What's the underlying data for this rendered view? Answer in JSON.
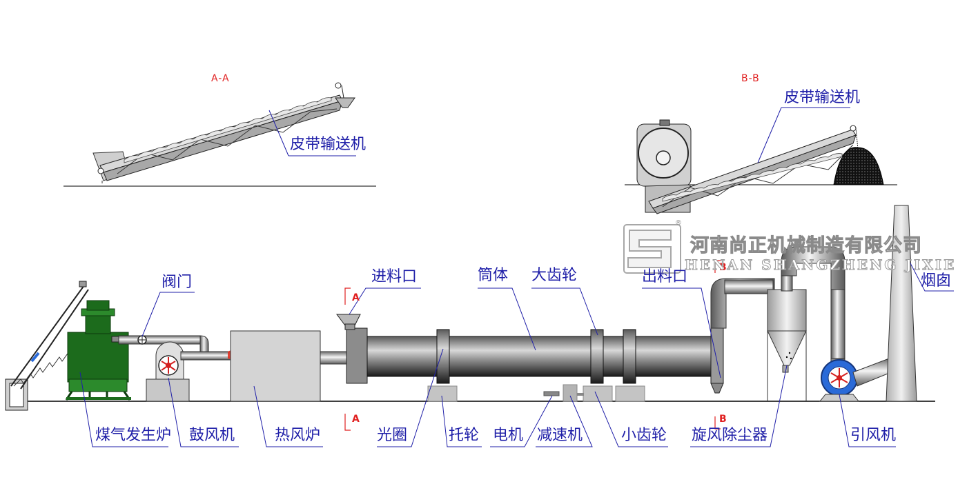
{
  "section_views": {
    "aa": {
      "title": "A-A",
      "conveyor_label": "皮带输送机"
    },
    "bb": {
      "title": "B-B",
      "conveyor_label": "皮带输送机"
    }
  },
  "section_marks": {
    "a_top": "A",
    "a_bottom": "A",
    "b_top": "B",
    "b_bottom": "B"
  },
  "watermark": {
    "company_cn": "河南尚正机械制造有限公司",
    "company_en": "HENAN SHANGZHENG JIXIE",
    "registered_mark": "®"
  },
  "labels": {
    "valve": "阀门",
    "feed_inlet": "进料口",
    "drum": "筒体",
    "big_gear": "大齿轮",
    "discharge": "出料口",
    "chimney": "烟囱",
    "gas_generator": "煤气发生炉",
    "blower": "鼓风机",
    "hot_furnace": "热风炉",
    "rolling_ring": "光圈",
    "support_roller": "托轮",
    "motor": "电机",
    "reducer": "减速机",
    "pinion": "小齿轮",
    "cyclone": "旋风除尘器",
    "induced_fan": "引风机"
  },
  "colors": {
    "label_text": "#1f1fa8",
    "section_text": "#e02020",
    "generator_green": "#1c6b1c",
    "flame": "#e03020",
    "fan_red": "#d42020",
    "fan_blue": "#2a6ad8"
  }
}
